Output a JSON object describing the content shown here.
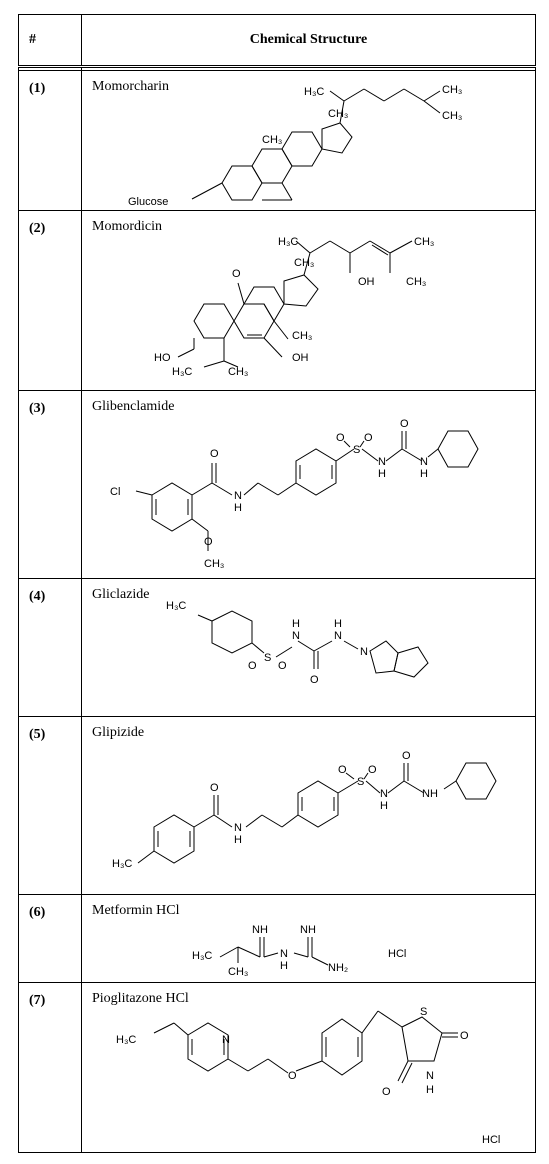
{
  "table": {
    "header": {
      "num": "#",
      "structure": "Chemical Structure"
    },
    "rows": [
      {
        "index": "(1)",
        "name": "Momorcharin",
        "labels": {
          "h3c": "H₃C",
          "ch3_a": "CH₃",
          "ch3_b": "CH₃",
          "ch3_c": "CH₃",
          "ch3_d": "CH₃",
          "glucose": "Glucose"
        }
      },
      {
        "index": "(2)",
        "name": "Momordicin",
        "labels": {
          "h3c_top": "H₃C",
          "ch3_a": "CH₃",
          "ch3_b": "CH₃",
          "ch3_c": "CH₃",
          "oh_a": "OH",
          "ch3_d": "CH₃",
          "o": "O",
          "ho": "HO",
          "h3c_bot": "H₃C",
          "ch3_e": "CH₃",
          "oh_b": "OH"
        }
      },
      {
        "index": "(3)",
        "name": "Glibenclamide",
        "labels": {
          "cl": "Cl",
          "o1": "O",
          "nh1": "N",
          "h1": "H",
          "o_me": "O",
          "ch3": "CH₃",
          "s": "S",
          "o2": "O",
          "o3": "O",
          "nh2": "N",
          "h2": "H",
          "o4": "O",
          "nh3": "N",
          "h3": "H"
        }
      },
      {
        "index": "(4)",
        "name": "Gliclazide",
        "labels": {
          "h3c": "H₃C",
          "s": "S",
          "o1": "O",
          "o2": "O",
          "h1": "H",
          "n1": "N",
          "h2": "H",
          "n2": "N",
          "n3": "N",
          "o3": "O"
        }
      },
      {
        "index": "(5)",
        "name": "Glipizide",
        "labels": {
          "o1": "O",
          "nh1": "N",
          "h1": "H",
          "h3c": "H₃C",
          "s": "S",
          "o2": "O",
          "o3": "O",
          "nh2": "N",
          "h2": "H",
          "o4": "O",
          "nh3": "NH"
        }
      },
      {
        "index": "(6)",
        "name": "Metformin HCl",
        "labels": {
          "nh_a": "NH",
          "nh_b": "NH",
          "h3c": "H₃C",
          "n": "N",
          "h": "H",
          "nh2": "NH₂",
          "ch3": "CH₃",
          "hcl": "HCl"
        }
      },
      {
        "index": "(7)",
        "name": "Pioglitazone HCl",
        "labels": {
          "h3c": "H₃C",
          "n": "N",
          "o_eth": "O",
          "s": "S",
          "o1": "O",
          "o2": "O",
          "nh": "N",
          "h": "H",
          "hcl": "HCl"
        }
      }
    ]
  }
}
